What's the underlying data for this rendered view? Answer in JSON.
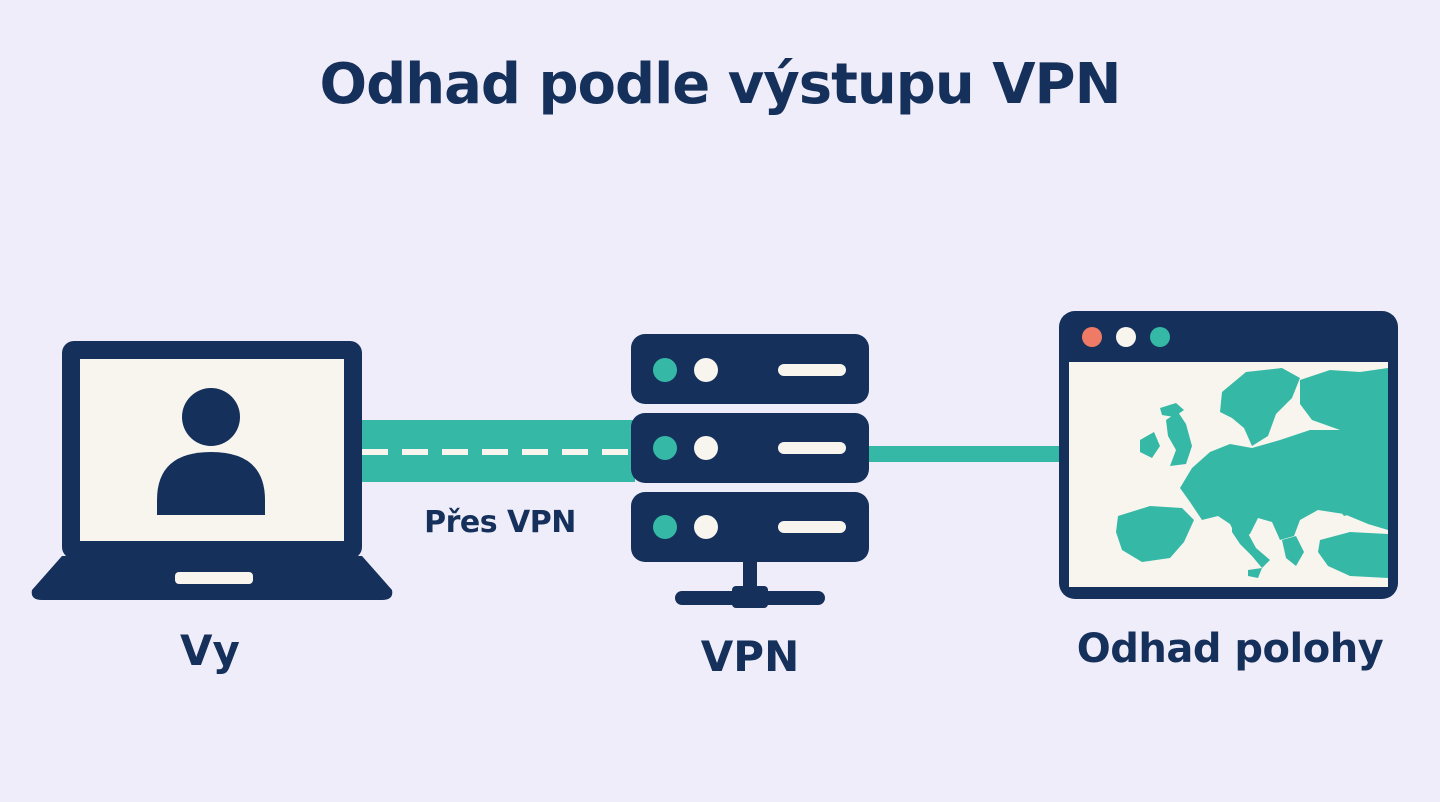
{
  "title": "Odhad podle výstupu VPN",
  "nodes": {
    "you": "Vy",
    "vpn": "VPN",
    "location": "Odhad polohy"
  },
  "connection_label": "Přes VPN",
  "colors": {
    "navy": "#15305a",
    "teal": "#35b9a6",
    "background": "#efedf9",
    "screen": "#f8f5ee",
    "dot_red": "#ef7a66",
    "dot_white": "#f8f5ee",
    "dot_teal": "#35b9a6"
  },
  "icons": [
    "laptop-icon",
    "user-icon",
    "server-stack-icon",
    "browser-window-icon",
    "europe-map-icon"
  ]
}
